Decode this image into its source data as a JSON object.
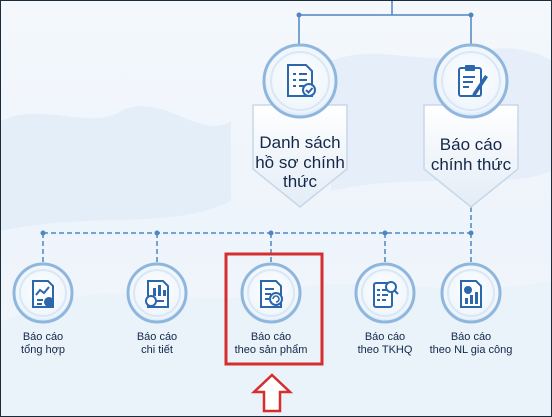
{
  "top_nodes": [
    {
      "label": "Danh sách\nhồ sơ chính\nthức",
      "icon": "document-checklist-icon"
    },
    {
      "label": "Báo cáo\nchính thức",
      "icon": "clipboard-pen-icon"
    }
  ],
  "bottom_nodes": [
    {
      "label": "Báo cáo\ntổng hợp",
      "icon": "report-chart-icon"
    },
    {
      "label": "Báo cáo\nchi tiết",
      "icon": "detail-report-icon"
    },
    {
      "label": "Báo cáo\ntheo sản phẩm",
      "icon": "product-report-icon",
      "highlighted": true
    },
    {
      "label": "Báo cáo\ntheo TKHQ",
      "icon": "checklist-magnifier-icon"
    },
    {
      "label": "Báo cáo\ntheo NL gia công",
      "icon": "bar-chart-report-icon"
    }
  ],
  "colors": {
    "highlight": "#d62d2d",
    "connector": "#4e86c1",
    "text": "#13284a",
    "icon": "#2a67ad"
  }
}
